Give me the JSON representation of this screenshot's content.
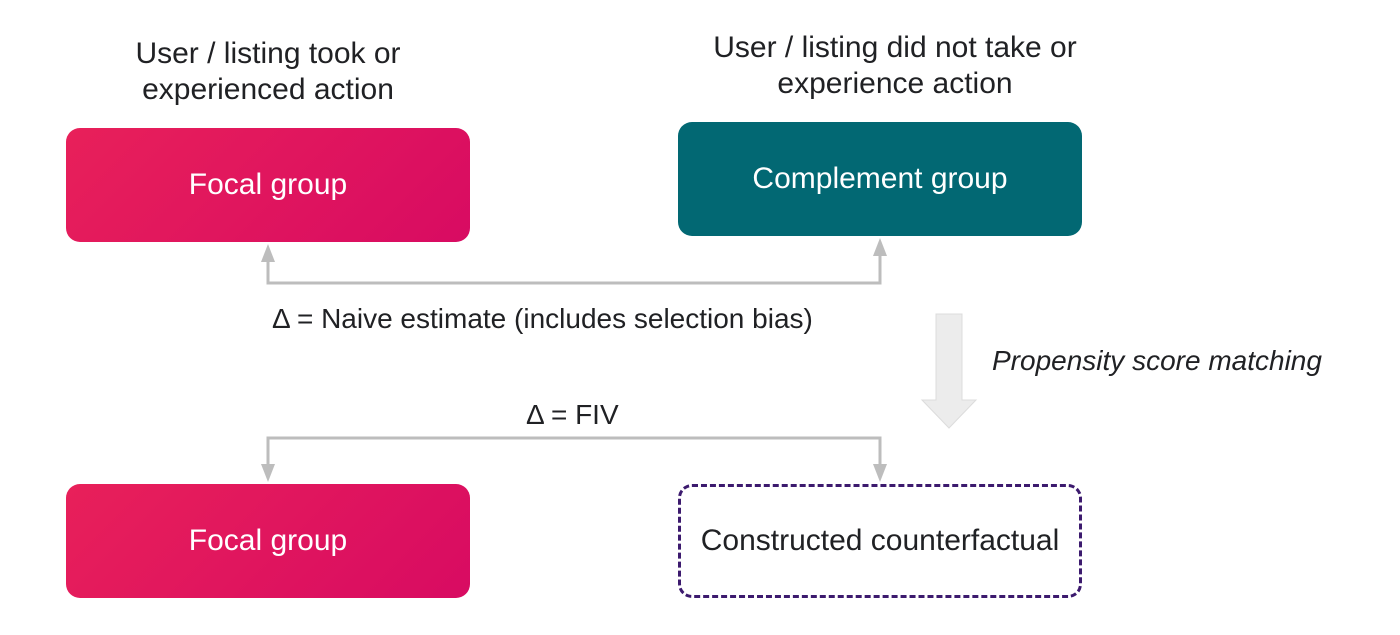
{
  "captions": {
    "took_action": "User / listing took or experienced action",
    "did_not_take_action": "User / listing did not take or experience action"
  },
  "boxes": {
    "focal_top": "Focal group",
    "complement": "Complement group",
    "focal_bottom": "Focal group",
    "counterfactual": "Constructed counterfactual"
  },
  "labels": {
    "naive_estimate": "Δ = Naive estimate (includes selection bias)",
    "fiv": "Δ = FIV",
    "propensity": "Propensity score matching"
  },
  "colors": {
    "focal_start": "#e8205a",
    "focal_end": "#d80b62",
    "complement": "#026873",
    "counterfactual_border": "#3c1a6e",
    "connector": "#bdbdbd",
    "transition_arrow": "#ececec"
  }
}
